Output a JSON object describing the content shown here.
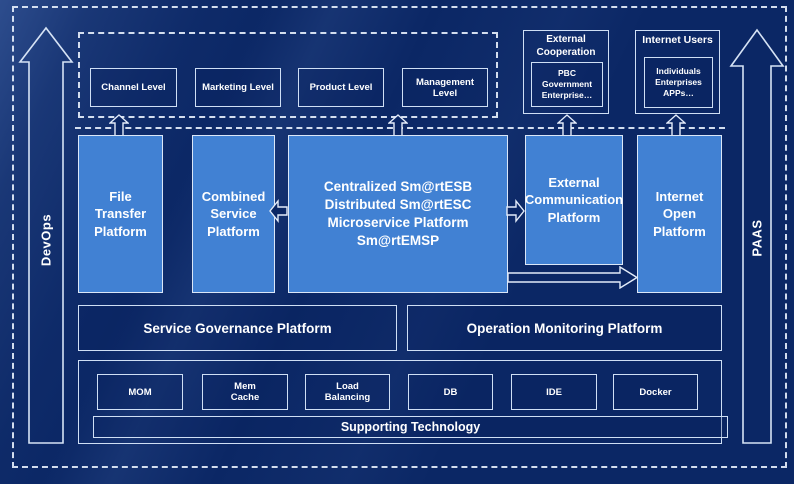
{
  "rails": {
    "devops": "DevOps",
    "paas": "PAAS"
  },
  "levels": {
    "items": [
      "Channel Level",
      "Marketing Level",
      "Product Level",
      "Management Level"
    ]
  },
  "external_cooperation": {
    "title": "External\nCooperation",
    "body": "PBC Government\nEnterprise…"
  },
  "internet_users": {
    "title": "Internet Users",
    "body": "Individuals\nEnterprises\nAPPs…"
  },
  "platforms": {
    "file_transfer": "File\nTransfer\nPlatform",
    "combined_service": "Combined\nService\nPlatform",
    "central_lines": [
      "Centralized Sm@rtESB",
      "Distributed Sm@rtESC",
      "Microservice Platform Sm@rtEMSP"
    ],
    "external_communication": "External\nCommunication\nPlatform",
    "internet_open": "Internet\nOpen\nPlatform"
  },
  "governance": {
    "service": "Service Governance Platform",
    "operation": "Operation Monitoring Platform"
  },
  "technology": {
    "items": [
      "MOM",
      "Mem\nCache",
      "Load\nBalancing",
      "DB",
      "IDE",
      "Docker"
    ],
    "supporting": "Supporting Technology"
  },
  "colors": {
    "background": "#0b2765",
    "platform_fill": "#4181d3",
    "line": "#dbe7f8",
    "text": "#ffffff"
  }
}
